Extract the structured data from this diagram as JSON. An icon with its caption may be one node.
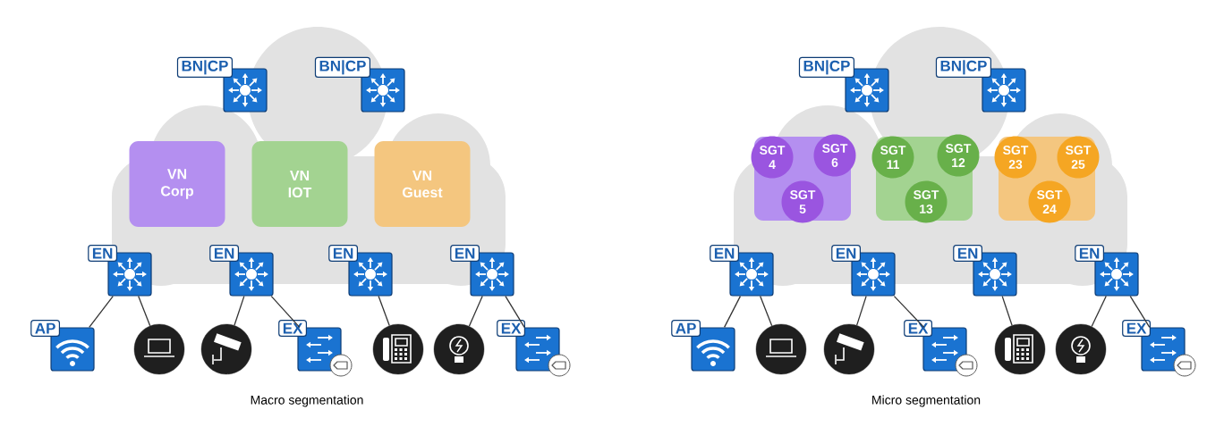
{
  "diagram": {
    "nodes": [
      {
        "text": [
          "BN|CP"
        ]
      },
      {
        "text": [
          "BN|CP"
        ]
      },
      {
        "text": [
          "VN Corp"
        ]
      },
      {
        "text": [
          "VN IOT"
        ]
      },
      {
        "text": [
          "VN Guest"
        ]
      },
      {
        "text": [
          "EN"
        ]
      },
      {
        "text": [
          "EN"
        ]
      },
      {
        "text": [
          "EN"
        ]
      },
      {
        "text": [
          "EN"
        ]
      },
      {
        "text": [
          "AP"
        ]
      },
      {
        "text": [],
        "shape": "picture"
      },
      {
        "text": [],
        "shape": "picture"
      },
      {
        "text": [
          "EX"
        ]
      },
      {
        "text": [],
        "shape": "picture"
      },
      {
        "text": [],
        "shape": "picture"
      },
      {
        "text": [
          "EX"
        ]
      },
      {
        "text": [
          "BN|CP"
        ]
      },
      {
        "text": [
          "BN|CP"
        ]
      },
      {
        "text": [],
        "shape": "box"
      },
      {
        "text": [
          "SGT 4"
        ],
        "in": 18
      },
      {
        "text": [
          "SGT 6"
        ],
        "in": 18
      },
      {
        "text": [
          "SGT 5"
        ],
        "in": 18
      },
      {
        "text": [],
        "shape": "box"
      },
      {
        "text": [
          "SGT 11"
        ],
        "in": 22
      },
      {
        "text": [
          "SGT 12"
        ],
        "in": 22
      },
      {
        "text": [
          "SGT 13"
        ],
        "in": 22
      },
      {
        "text": [],
        "shape": "box"
      },
      {
        "text": [
          "SGT 23"
        ],
        "in": 26
      },
      {
        "text": [
          "SGT 25"
        ],
        "in": 26
      },
      {
        "text": [
          "SGT 24"
        ],
        "in": 26
      },
      {
        "text": [
          "EN"
        ]
      },
      {
        "text": [
          "EN"
        ]
      },
      {
        "text": [
          "EN"
        ]
      },
      {
        "text": [
          "EN"
        ]
      },
      {
        "text": [
          "AP"
        ]
      },
      {
        "text": [],
        "shape": "picture"
      },
      {
        "text": [],
        "shape": "picture"
      },
      {
        "text": [
          "EX"
        ]
      },
      {
        "text": [],
        "shape": "picture"
      },
      {
        "text": [],
        "shape": "picture"
      },
      {
        "text": [
          "EX"
        ]
      }
    ],
    "edges": [
      {
        "from": 5,
        "to": 9,
        "arrow": "none"
      },
      {
        "from": 5,
        "to": 10,
        "arrow": "none"
      },
      {
        "from": 6,
        "to": 11,
        "arrow": "none"
      },
      {
        "from": 6,
        "to": 12,
        "arrow": "none"
      },
      {
        "from": 7,
        "to": 13,
        "arrow": "none"
      },
      {
        "from": 8,
        "to": 14,
        "arrow": "none"
      },
      {
        "from": 8,
        "to": 15,
        "arrow": "none"
      },
      {
        "from": 30,
        "to": 34,
        "arrow": "none"
      },
      {
        "from": 30,
        "to": 35,
        "arrow": "none"
      },
      {
        "from": 31,
        "to": 36,
        "arrow": "none"
      },
      {
        "from": 31,
        "to": 37,
        "arrow": "none"
      },
      {
        "from": 32,
        "to": 38,
        "arrow": "none"
      },
      {
        "from": 33,
        "to": 39,
        "arrow": "none"
      },
      {
        "from": 33,
        "to": 40,
        "arrow": "none"
      }
    ],
    "labels": [
      "Macro segmentation",
      "Micro segmentation"
    ]
  }
}
